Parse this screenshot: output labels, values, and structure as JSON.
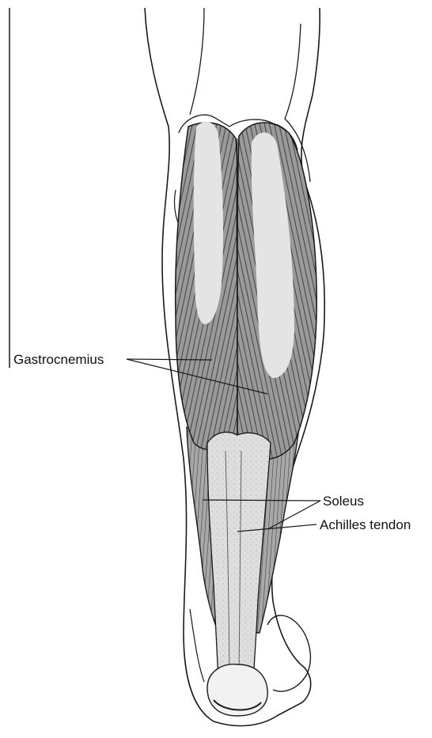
{
  "labels": {
    "gastrocnemius": "Gastrocnemius",
    "soleus": "Soleus",
    "achilles": "Achilles tendon"
  },
  "colors": {
    "outline": "#1a1a1a",
    "muscle_fill": "#8a8a8a",
    "muscle_dark": "#3a3a3a",
    "tendon_fill": "#dcdcdc",
    "highlight": "#e6e6e6",
    "background": "#ffffff"
  }
}
